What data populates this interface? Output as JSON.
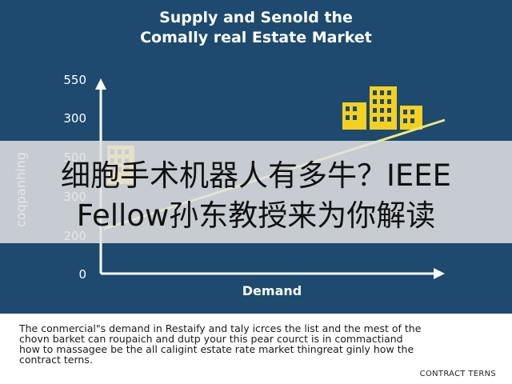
{
  "chart_data": {
    "type": "line",
    "title_lines": [
      "Supply and Senold the",
      "Comally real Estate Market"
    ],
    "xlabel": "Demand",
    "ylabel": "coqpanhing",
    "y_tick_labels": [
      "0",
      "200",
      "300",
      "500",
      "300",
      "550"
    ],
    "series": [
      {
        "x": [
          0,
          100
        ],
        "y": [
          0,
          100
        ]
      }
    ],
    "line_color": "#f0e67a",
    "accent_color": "#f5d020",
    "grid": false
  },
  "overlay": {
    "line1": "细胞手术机器人有多牛？IEEE",
    "line2": "Fellow孙东教授来为你解读"
  },
  "caption": {
    "lines": [
      "The conmercial\"s demand in Restaify and taly icrces the list and the mest of the",
      "chovn barket can roupaich and dutp your this pear courct is in commactiand",
      "how to massagee be the all caligint estate rate market thingreat ginly how the",
      "contract terns."
    ],
    "footer": "CONTRACT TERNS"
  },
  "icons": {
    "building_left": "building-icon",
    "building_right": "building-icon"
  }
}
